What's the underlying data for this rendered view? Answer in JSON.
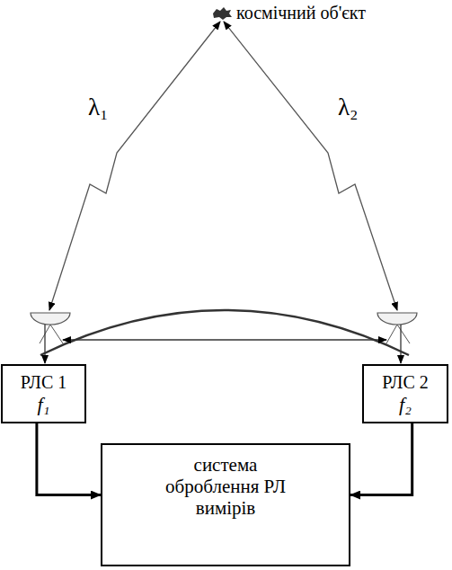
{
  "diagram": {
    "nodes": [
      {
        "text": [
          "РЛС 1",
          "f₁"
        ]
      },
      {
        "text": [
          "РЛС 2",
          "f₂"
        ]
      },
      {
        "text": [
          "система оброблення РЛ вимірів"
        ]
      }
    ],
    "edges": [
      {
        "from": 0,
        "to": 2,
        "arrow": "to"
      },
      {
        "from": 1,
        "to": 2,
        "arrow": "to"
      }
    ],
    "labels": [
      "космічний об'єкт",
      "λ₁",
      "λ₂"
    ]
  }
}
